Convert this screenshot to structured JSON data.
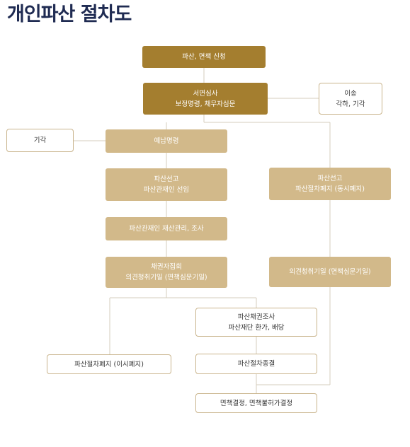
{
  "title": "개인파산 절차도",
  "nodes": {
    "apply": [
      "파산, 면책 신청"
    ],
    "review": [
      "서면심사",
      "보정명령, 채무자심문"
    ],
    "transfer": [
      "이송",
      "각하, 기각"
    ],
    "dismiss": [
      "기각"
    ],
    "prepay": [
      "예납명령"
    ],
    "declare_trustee": [
      "파산선고",
      "파산관재인 선임"
    ],
    "declare_simul": [
      "파산선고",
      "파산절차폐지 (동시폐지)"
    ],
    "trustee_mgmt": [
      "파산관재인 재산관리, 조사"
    ],
    "creditors": [
      "채권자집회",
      "의견청취기일 (면책심문기일)"
    ],
    "opinion": [
      "의견청취기일 (면책심문기일)"
    ],
    "investigation": [
      "파산채권조사",
      "파산재단 환가, 배당"
    ],
    "abolition": [
      "파산절차폐지 (이시폐지)"
    ],
    "termination": [
      "파산절차종결"
    ],
    "decision": [
      "면책결정, 면책불허가결정"
    ]
  },
  "colors": {
    "dark": "#a47e2f",
    "light": "#d2b98a",
    "line": "#d6cdbd",
    "title": "#1f2b52"
  }
}
